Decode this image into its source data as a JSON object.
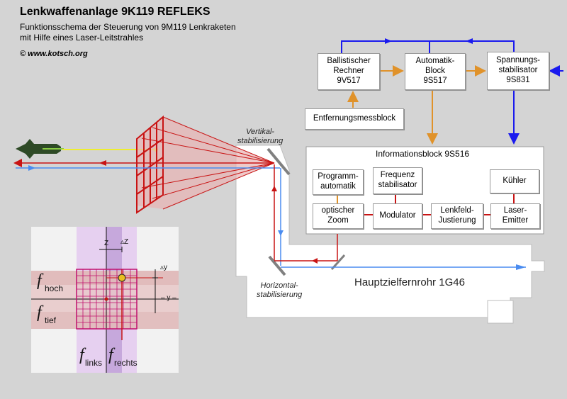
{
  "header": {
    "title": "Lenkwaffenanlage 9K119 REFLEKS",
    "subtitle_line1": "Funktionsschema der Steuerung von 9M119 Lenkraketen",
    "subtitle_line2": "mit Hilfe eines Laser-Leitstrahles",
    "copyright": "© www.kotsch.org"
  },
  "blocks": {
    "ballistic_line1": "Ballistischer",
    "ballistic_line2": "Rechner",
    "ballistic_line3": "9V517",
    "auto_line1": "Automatik-",
    "auto_line2": "Block",
    "auto_line3": "9S517",
    "power_line1": "Spannungs-",
    "power_line2": "stabilisator",
    "power_line3": "9S831",
    "range": "Entfernungsmessblock",
    "info_title": "Informationsblock 9S516",
    "prog_line1": "Programm-",
    "prog_line2": "automatik",
    "freq_line1": "Frequenz",
    "freq_line2": "stabilisator",
    "cooler": "Kühler",
    "zoom_line1": "optischer",
    "zoom_line2": "Zoom",
    "modulator": "Modulator",
    "adjust_line1": "Lenkfeld-",
    "adjust_line2": "Justierung",
    "laser_line1": "Laser-",
    "laser_line2": "Emitter"
  },
  "labels": {
    "vertical_line1": "Vertikal-",
    "vertical_line2": "stabilisierung",
    "horizontal_line1": "Horizontal-",
    "horizontal_line2": "stabilisierung",
    "main_scope": "Hauptzielfernrohr 1G46"
  },
  "inset": {
    "f": "f",
    "hoch": "hoch",
    "tief": "tief",
    "links": "links",
    "rechts": "rechts",
    "z": "Z",
    "dz": "Z",
    "y": "y",
    "dy": "y",
    "minus_y": "– y –"
  },
  "colors": {
    "background": "#d4d4d4",
    "orange_signal": "#e0922a",
    "blue_power": "#1a1aee",
    "red_laser": "#c81414",
    "grid_magenta": "#c0106e",
    "light_blue_beam": "#4a8cf0"
  }
}
